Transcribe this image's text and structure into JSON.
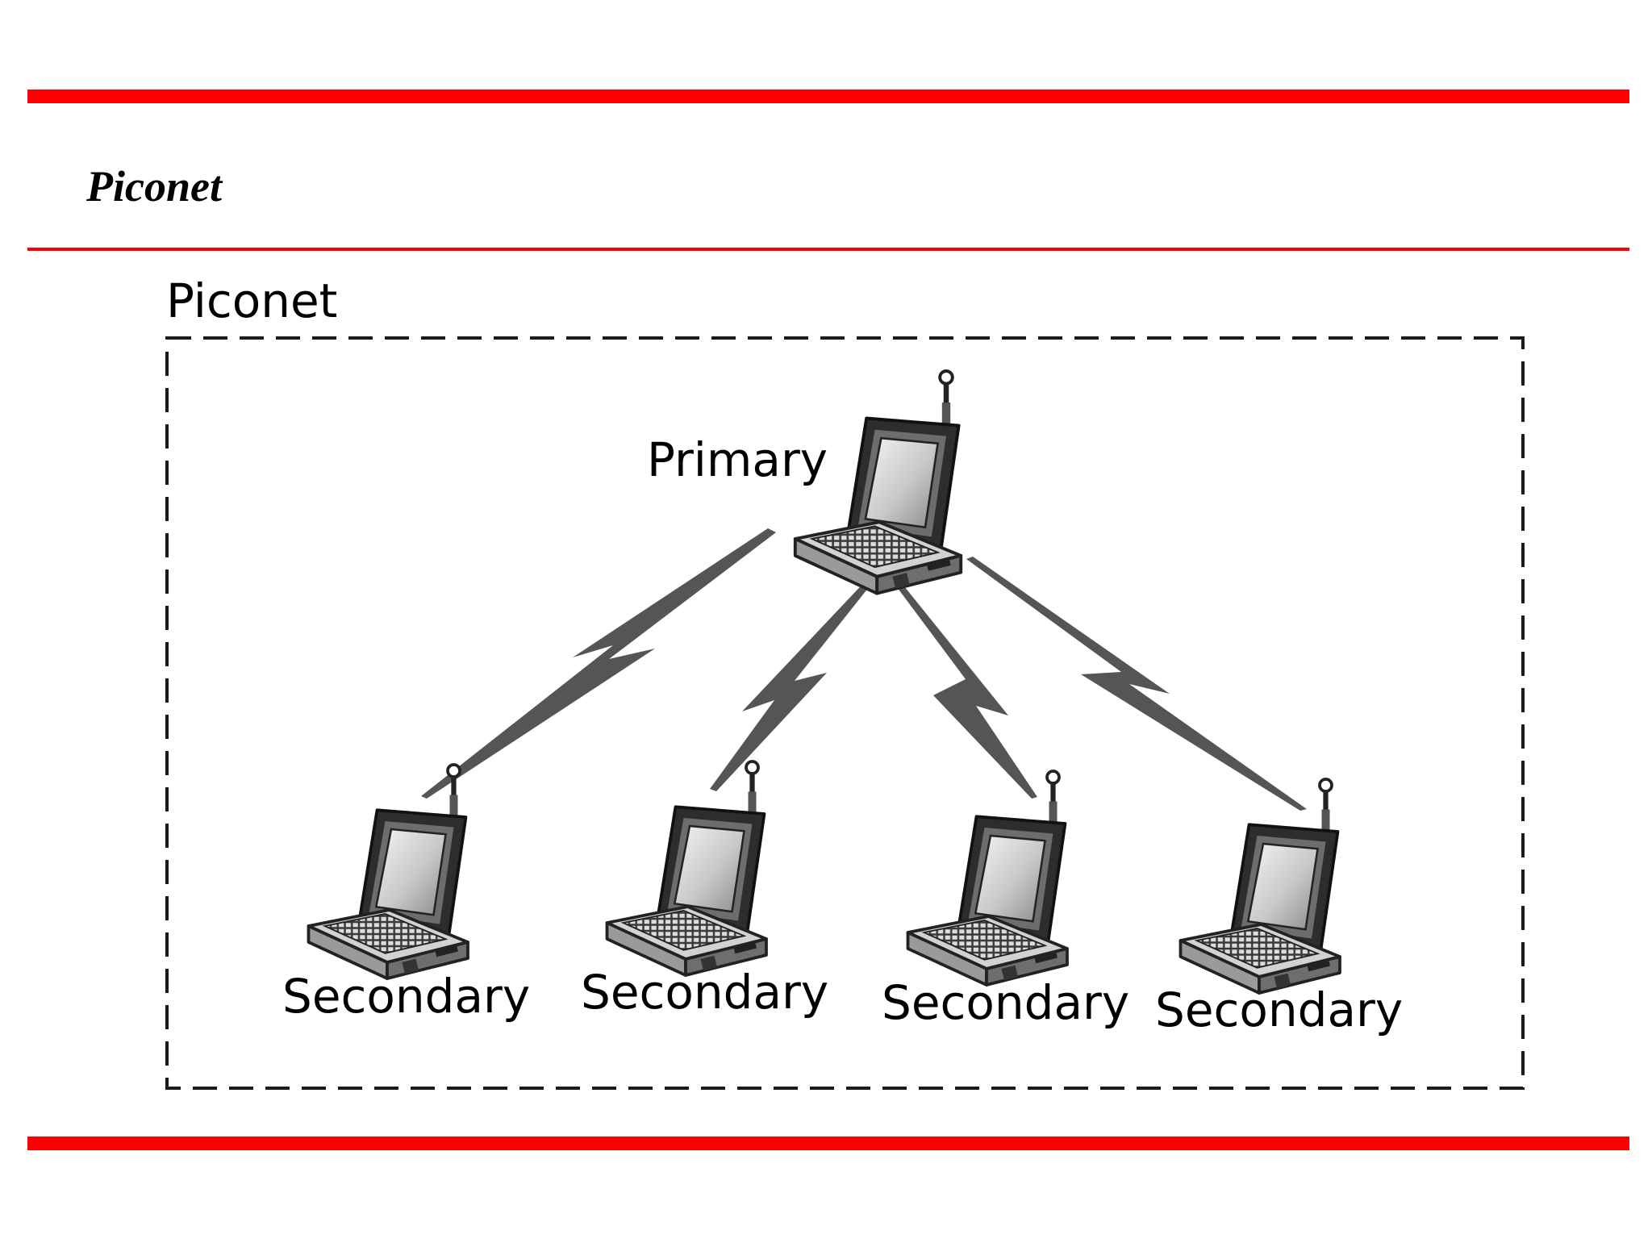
{
  "slide": {
    "title": "Piconet"
  },
  "colors": {
    "accent_red": "#ff0000",
    "border_black": "#1a1a1a",
    "link_gray": "#555555"
  },
  "diagram": {
    "group_label": "Piconet",
    "primary": {
      "label": "Primary",
      "icon": "laptop-with-antenna-icon"
    },
    "secondaries": [
      {
        "label": "Secondary",
        "icon": "laptop-with-antenna-icon"
      },
      {
        "label": "Secondary",
        "icon": "laptop-with-antenna-icon"
      },
      {
        "label": "Secondary",
        "icon": "laptop-with-antenna-icon"
      },
      {
        "label": "Secondary",
        "icon": "laptop-with-antenna-icon"
      }
    ],
    "links": [
      {
        "from": "Primary",
        "to": "Secondary 1",
        "icon": "wireless-link-icon"
      },
      {
        "from": "Primary",
        "to": "Secondary 2",
        "icon": "wireless-link-icon"
      },
      {
        "from": "Primary",
        "to": "Secondary 3",
        "icon": "wireless-link-icon"
      },
      {
        "from": "Primary",
        "to": "Secondary 4",
        "icon": "wireless-link-icon"
      }
    ]
  }
}
